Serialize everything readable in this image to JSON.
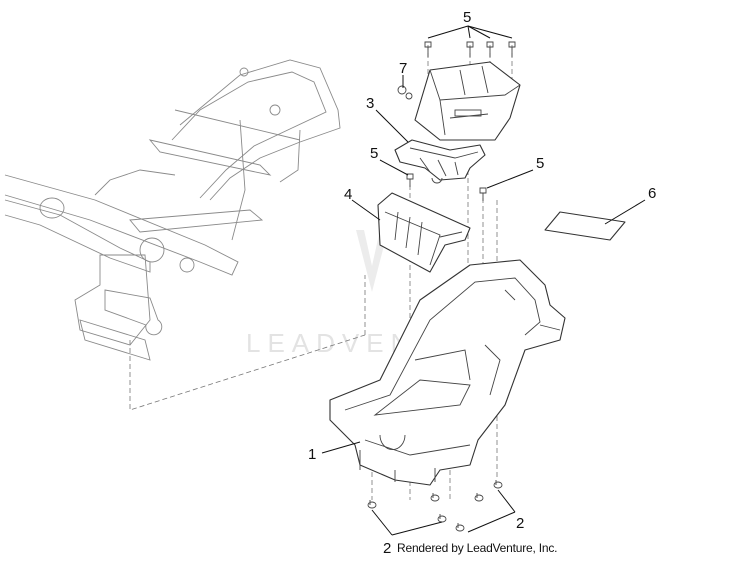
{
  "diagram": {
    "callouts": [
      {
        "id": "c1",
        "label": "1"
      },
      {
        "id": "c2",
        "label": "2"
      },
      {
        "id": "c3",
        "label": "3"
      },
      {
        "id": "c4",
        "label": "4"
      },
      {
        "id": "c5a",
        "label": "5"
      },
      {
        "id": "c5b",
        "label": "5"
      },
      {
        "id": "c5c",
        "label": "5"
      },
      {
        "id": "c6",
        "label": "6"
      },
      {
        "id": "c7",
        "label": "7"
      }
    ],
    "watermark": "LEADVENTURE",
    "footer": "Rendered by LeadVenture, Inc."
  }
}
